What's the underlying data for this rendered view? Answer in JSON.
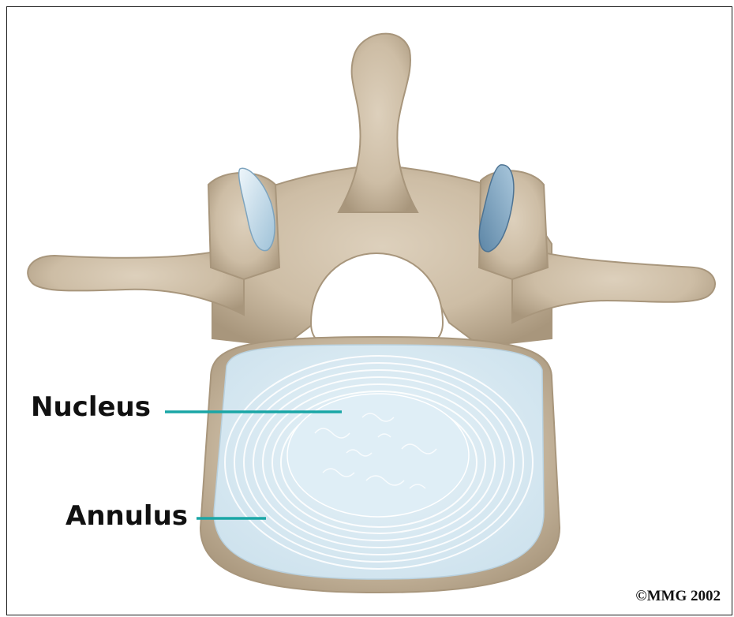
{
  "labels": {
    "nucleus": "Nucleus",
    "annulus": "Annulus"
  },
  "copyright": "©MMG 2002",
  "colors": {
    "bone": "#cdbda5",
    "bone_shadow": "#a8967c",
    "disc": "#dcecf4",
    "disc_rings": "#ffffff",
    "facet": "#c5dcec",
    "leader_line": "#1aa6a6"
  }
}
